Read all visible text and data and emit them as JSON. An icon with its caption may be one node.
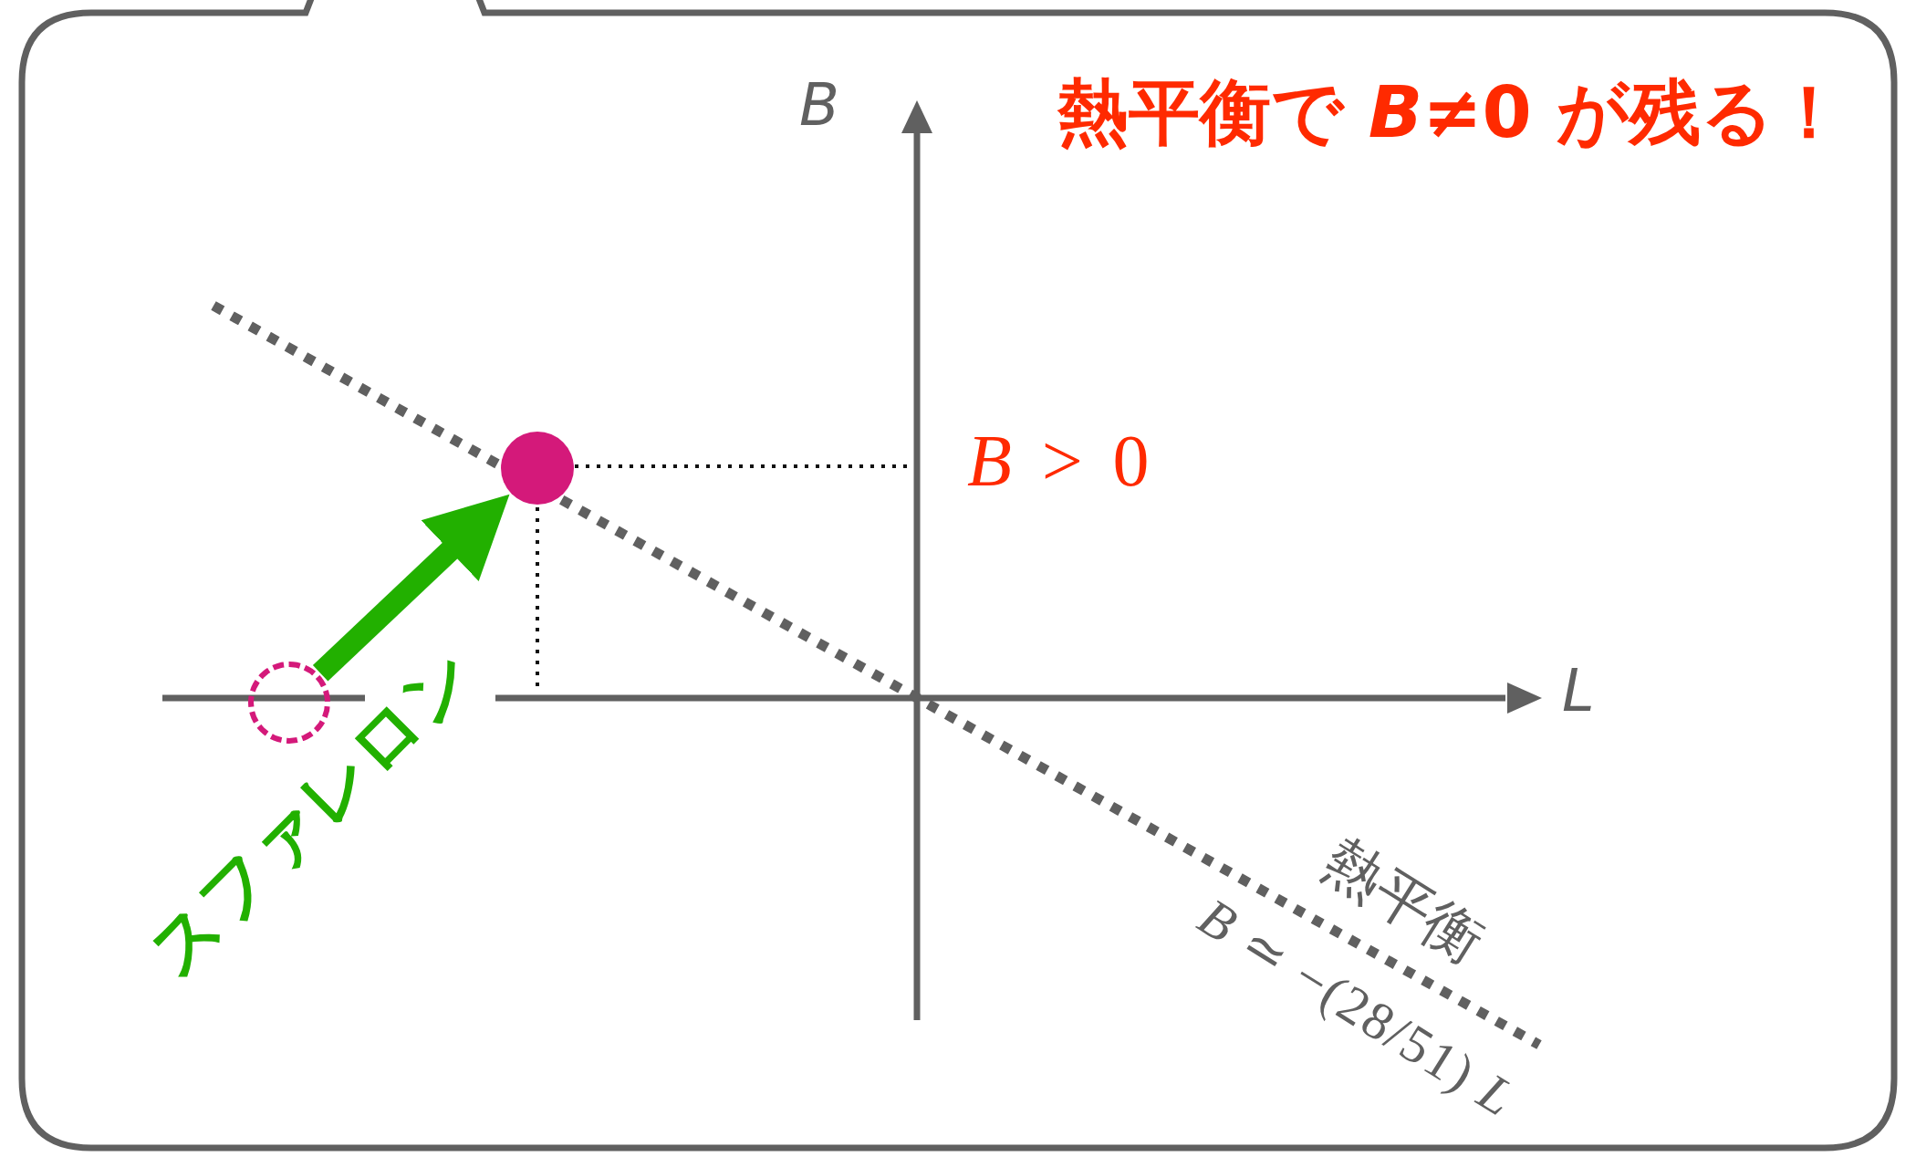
{
  "diagram": {
    "title": "熱平衡で *B*≠0 が残る！",
    "nodes": [
      {
        "text": [],
        "shape": "circle"
      },
      {
        "text": [],
        "shape": "circle"
      }
    ],
    "edges": [
      {
        "from": 1,
        "to": 0,
        "arrow": "to",
        "label": "スファレロン",
        "color": "#22b000"
      }
    ],
    "labels": [
      "B",
      "*B* > 0",
      "L",
      "熱平衡",
      "*B* ≃ −(28/51) *L*"
    ]
  }
}
